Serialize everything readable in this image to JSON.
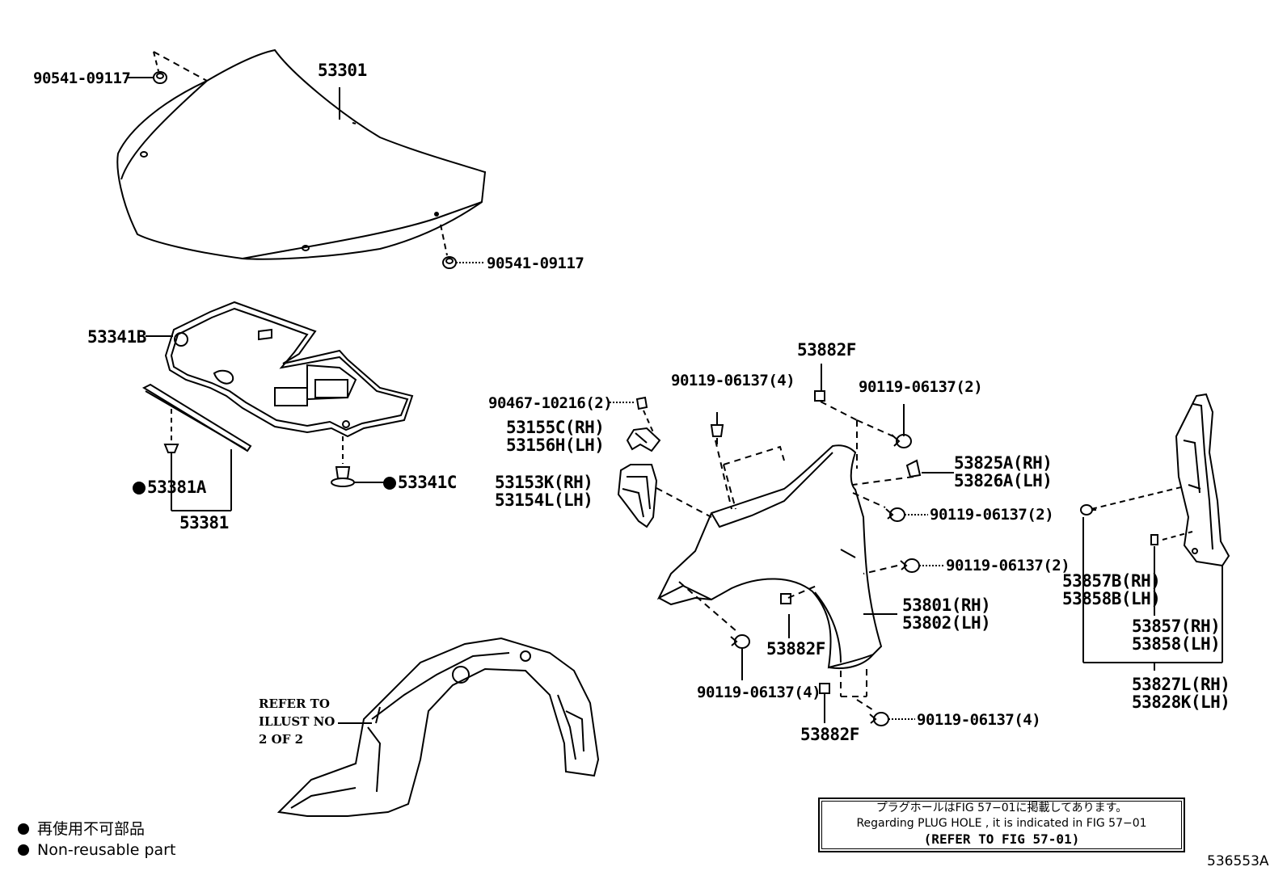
{
  "labels": {
    "hood": "53301",
    "hood_clip_top": "90541-09117",
    "hood_clip_bottom": "90541-09117",
    "insulator": "53341B",
    "insulator_clip": "53341C",
    "seal": "53381",
    "seal_clip": "53381A",
    "nut_90467": "90467-10216(2)",
    "bracket_upper_rh": "53155C(RH)",
    "bracket_upper_lh": "53156H(LH)",
    "bracket_lower_rh": "53153K(RH)",
    "bracket_lower_lh": "53154L(LH)",
    "bolt_top_4": "90119-06137(4)",
    "pad_top": "53882F",
    "bolt_top_2": "90119-06137(2)",
    "clip_rh": "53825A(RH)",
    "clip_lh": "53826A(LH)",
    "bolt_mid_2a": "90119-06137(2)",
    "bolt_mid_2b": "90119-06137(2)",
    "fender_rh": "53801(RH)",
    "fender_lh": "53802(LH)",
    "pad_mid": "53882F",
    "bolt_bottom_4a": "90119-06137(4)",
    "bolt_bottom_4b": "90119-06137(4)",
    "pad_bottom": "53882F",
    "seal_side_rh": "53857B(RH)",
    "seal_side_lh": "53858B(LH)",
    "seal_plate_rh": "53857(RH)",
    "seal_plate_lh": "53858(LH)",
    "assy_rh": "53827L(RH)",
    "assy_lh": "53828K(LH)",
    "refer_line1": "REFER TO",
    "refer_line2": "ILLUST NO",
    "refer_line3": "2 OF 2"
  },
  "legend": {
    "line1": "再使用不可部品",
    "line2": "Non-reusable part"
  },
  "infobox": {
    "line1": "プラグホールはFIG 57−01に掲載してあります。",
    "line2": "Regarding PLUG HOLE , it is indicated in FIG 57−01",
    "line3": "(REFER TO FIG 57-01)"
  },
  "figure_id": "536553A"
}
